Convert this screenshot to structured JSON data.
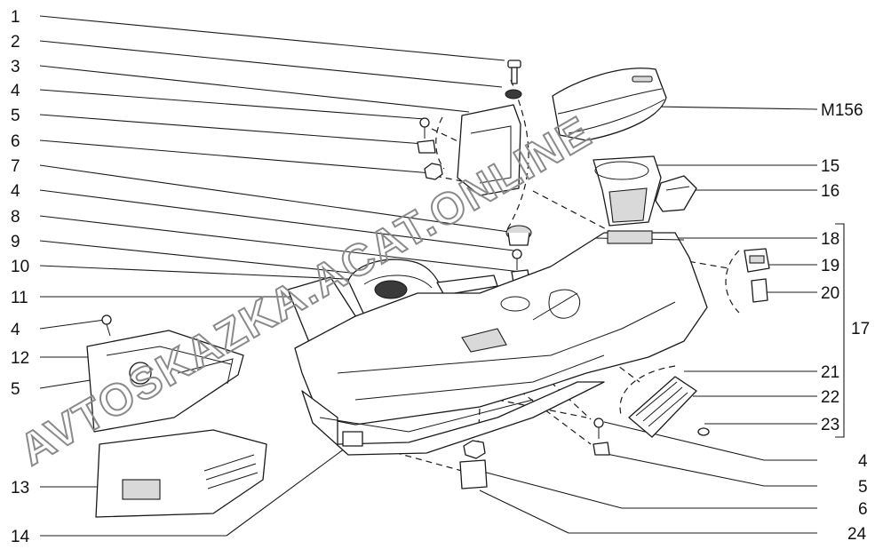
{
  "watermark": "AVTOSKAZKA.ACAT.ONLINE",
  "left_callouts": [
    {
      "id": "c-l1",
      "text": "1"
    },
    {
      "id": "c-l2",
      "text": "2"
    },
    {
      "id": "c-l3",
      "text": "3"
    },
    {
      "id": "c-l4a",
      "text": "4"
    },
    {
      "id": "c-l5a",
      "text": "5"
    },
    {
      "id": "c-l6",
      "text": "6"
    },
    {
      "id": "c-l7",
      "text": "7"
    },
    {
      "id": "c-l4b",
      "text": "4"
    },
    {
      "id": "c-l8",
      "text": "8"
    },
    {
      "id": "c-l9",
      "text": "9"
    },
    {
      "id": "c-l10",
      "text": "10"
    },
    {
      "id": "c-l11",
      "text": "11"
    },
    {
      "id": "c-l4c",
      "text": "4"
    },
    {
      "id": "c-l12",
      "text": "12"
    },
    {
      "id": "c-l5b",
      "text": "5"
    },
    {
      "id": "c-l13",
      "text": "13"
    },
    {
      "id": "c-l14",
      "text": "14"
    }
  ],
  "right_callouts": [
    {
      "id": "c-rM156",
      "text": "M156"
    },
    {
      "id": "c-r15",
      "text": "15"
    },
    {
      "id": "c-r16",
      "text": "16"
    },
    {
      "id": "c-r18",
      "text": "18"
    },
    {
      "id": "c-r19",
      "text": "19"
    },
    {
      "id": "c-r20",
      "text": "20"
    },
    {
      "id": "c-r17",
      "text": "17"
    },
    {
      "id": "c-r21",
      "text": "21"
    },
    {
      "id": "c-r22",
      "text": "22"
    },
    {
      "id": "c-r23",
      "text": "23"
    },
    {
      "id": "c-r4",
      "text": "4"
    },
    {
      "id": "c-r5",
      "text": "5"
    },
    {
      "id": "c-r6",
      "text": "6"
    },
    {
      "id": "c-r24",
      "text": "24"
    }
  ]
}
